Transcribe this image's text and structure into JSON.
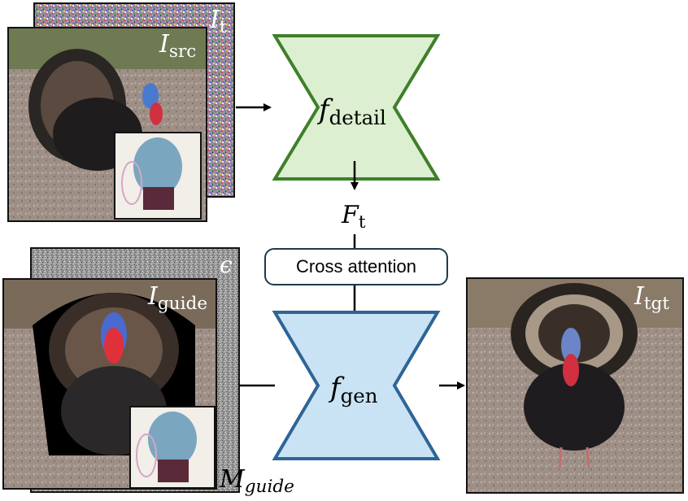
{
  "labels": {
    "i_t": {
      "main": "I",
      "sub": "t"
    },
    "i_src": {
      "main": "I",
      "sub": "src"
    },
    "i_guide": {
      "main": "I",
      "sub": "guide"
    },
    "i_tgt": {
      "main": "I",
      "sub": "tgt"
    },
    "epsilon": "ϵ",
    "m_guide": {
      "main": "M",
      "sub": "guide"
    },
    "f_t": {
      "main": "F",
      "sub": "t"
    }
  },
  "blocks": {
    "detail": {
      "main": "f",
      "sub": "detail"
    },
    "gen": {
      "main": "f",
      "sub": "gen"
    },
    "cross_attention": "Cross attention"
  },
  "colors": {
    "detail_fill": "#dcefd0",
    "detail_stroke": "#3f7f2a",
    "gen_fill": "#c9e3f4",
    "gen_stroke": "#2e6596",
    "cross_stroke": "#1f3a4d"
  }
}
